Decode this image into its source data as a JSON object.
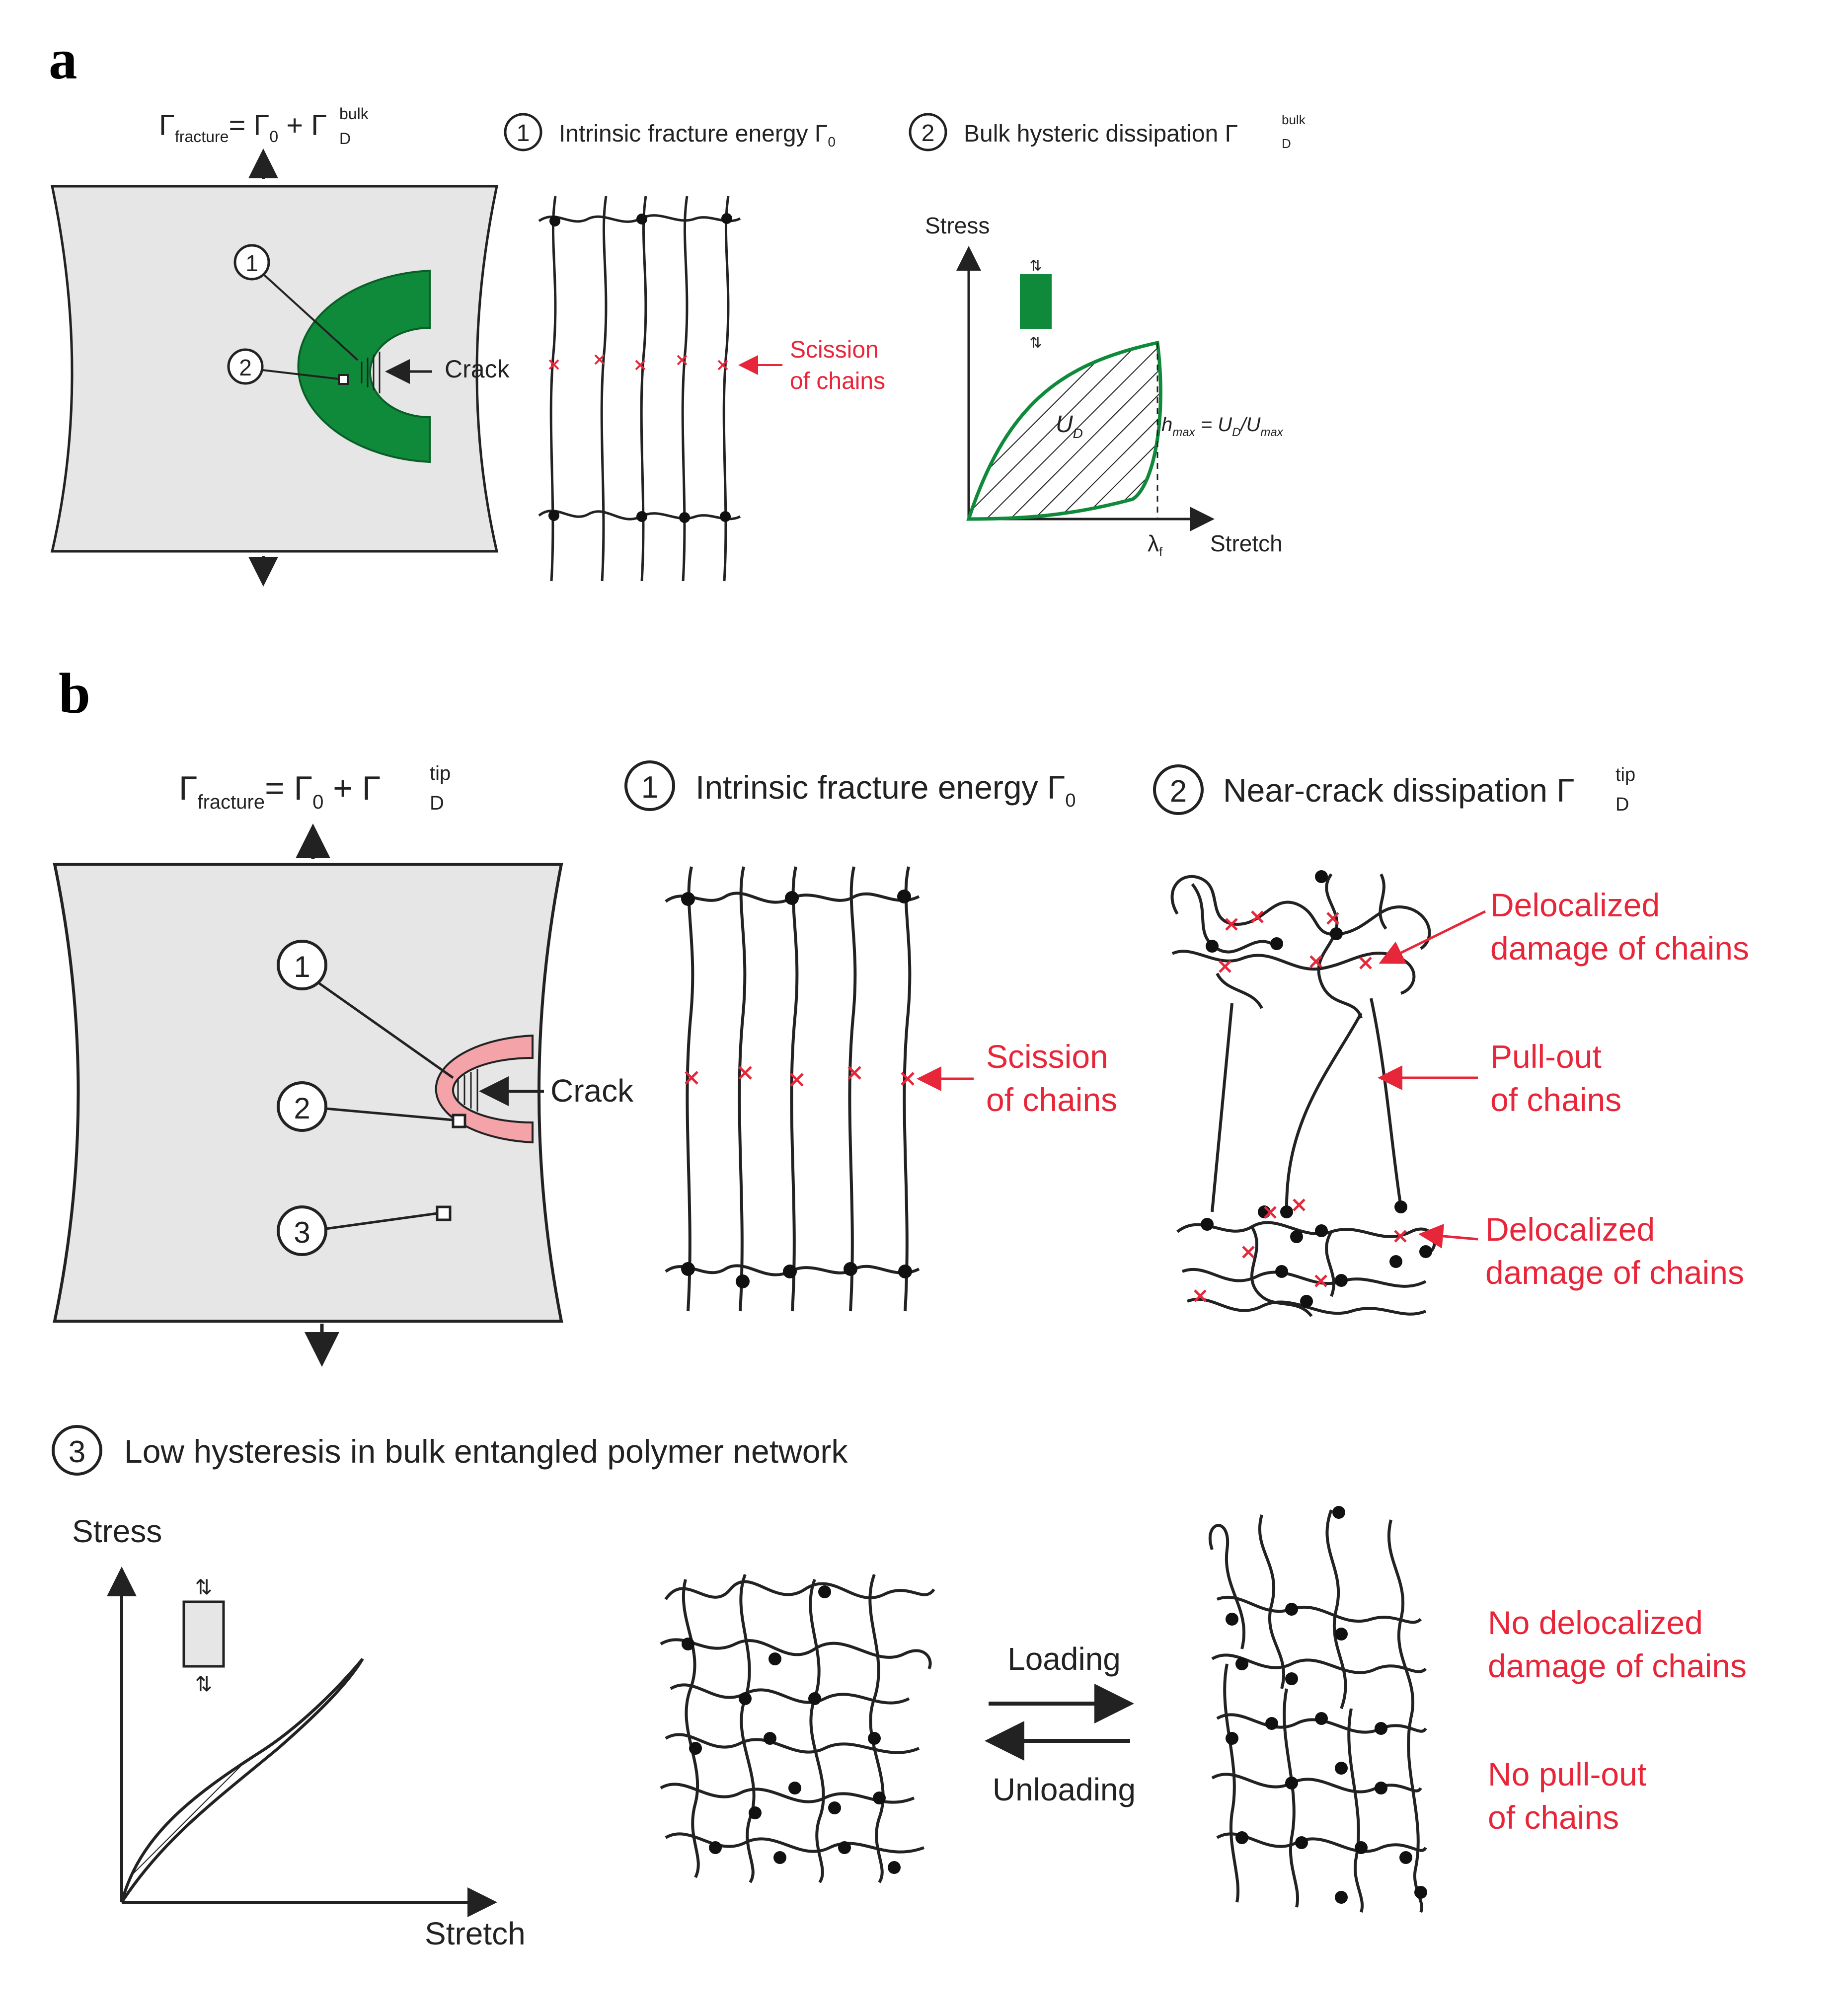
{
  "panel_a": {
    "label": "a",
    "equation": {
      "lhs": "Γ",
      "lhs_sub": "fracture",
      "eq": "= Γ",
      "g0_sub": "0",
      "plus": " + Γ",
      "gd_sup": "bulk",
      "gd_sub": "D"
    },
    "crack_label": "Crack",
    "markers": [
      "1",
      "2"
    ],
    "heading1": {
      "num": "1",
      "text": "Intrinsic fracture energy Γ",
      "sub": "0"
    },
    "heading2": {
      "num": "2",
      "text": "Bulk hysteric dissipation Γ",
      "sup": "bulk",
      "sub": "D"
    },
    "scission": [
      "Scission",
      "of chains"
    ],
    "plot": {
      "ylabel": "Stress",
      "xlabel": "Stretch",
      "area_label": "U",
      "area_sub": "D",
      "ratio_h": "h",
      "ratio_h_sub": "max",
      "ratio_eq": " = U",
      "ratio_num_sub": "D",
      "ratio_div": "/U",
      "ratio_den_sub": "max",
      "lambda": "λ",
      "lambda_sub": "f"
    }
  },
  "panel_b": {
    "label": "b",
    "equation": {
      "lhs": "Γ",
      "lhs_sub": "fracture",
      "eq": "= Γ",
      "g0_sub": "0",
      "plus": " + Γ",
      "gd_sup": "tip",
      "gd_sub": "D"
    },
    "crack_label": "Crack",
    "markers": [
      "1",
      "2",
      "3"
    ],
    "heading1": {
      "num": "1",
      "text": "Intrinsic fracture energy Γ",
      "sub": "0"
    },
    "heading2": {
      "num": "2",
      "text": "Near-crack dissipation Γ",
      "sup": "tip",
      "sub": "D"
    },
    "scission": [
      "Scission",
      "of chains"
    ],
    "damage_top": [
      "Delocalized",
      "damage of chains"
    ],
    "pullout": [
      "Pull-out",
      "of chains"
    ],
    "damage_bottom": [
      "Delocalized",
      "damage of chains"
    ],
    "heading3": {
      "num": "3",
      "text": "Low hysteresis in bulk entangled polymer network"
    },
    "plot": {
      "ylabel": "Stress",
      "xlabel": "Stretch"
    },
    "loading": "Loading",
    "unloading": "Unloading",
    "no_damage": [
      "No delocalized",
      "damage of chains"
    ],
    "no_pullout": [
      "No pull-out",
      "of chains"
    ]
  },
  "colors": {
    "green": "#0f8a3a",
    "pink": "#f4a3a9",
    "red": "#e8263a",
    "gray_fill": "#e6e6e6"
  }
}
